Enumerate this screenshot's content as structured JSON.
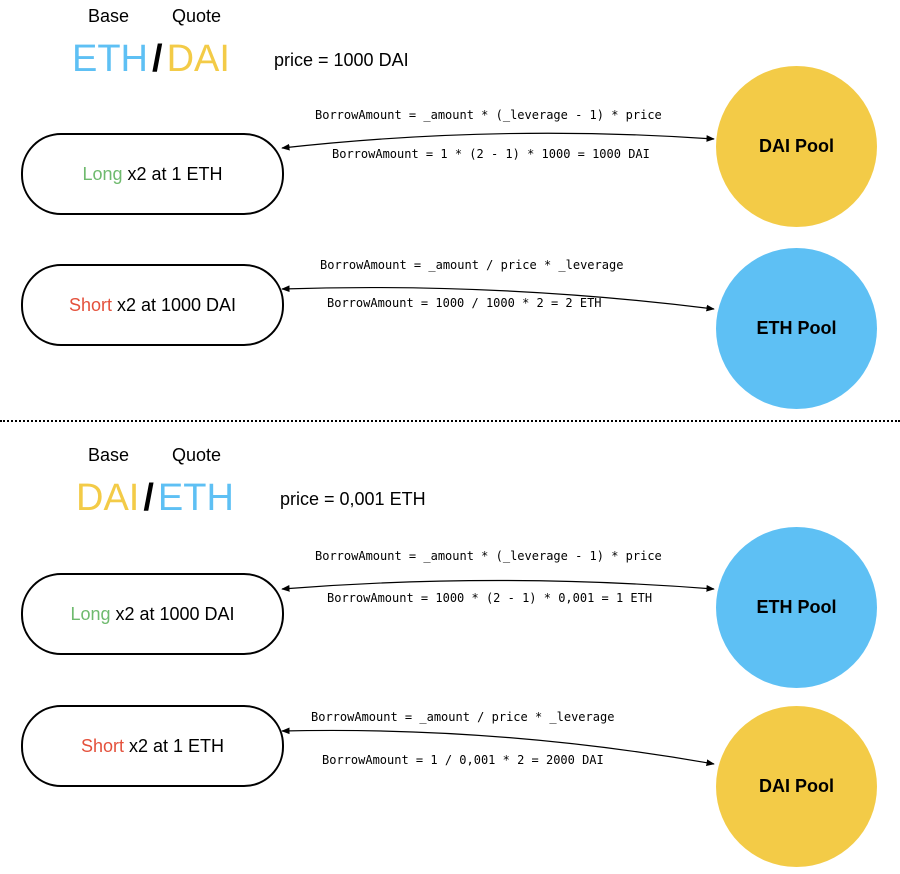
{
  "colors": {
    "eth": "#5ec0f4",
    "dai": "#f3cb47",
    "long": "#6fba6e",
    "short": "#e4513c",
    "black": "#000000"
  },
  "sections": [
    {
      "base_label": "Base",
      "quote_label": "Quote",
      "base_token": "ETH",
      "slash": "/",
      "quote_token": "DAI",
      "price": "price = 1000 DAI",
      "long": {
        "word": "Long",
        "rest": "x2 at 1 ETH"
      },
      "short": {
        "word": "Short",
        "rest": "x2 at 1000 DAI"
      },
      "long_formula_top": "BorrowAmount = _amount * (_leverage - 1) * price",
      "long_formula_bottom": "BorrowAmount = 1 * (2 - 1) * 1000 = 1000 DAI",
      "short_formula_top": "BorrowAmount = _amount / price * _leverage",
      "short_formula_bottom": "BorrowAmount = 1000 / 1000 * 2 = 2 ETH",
      "pool_1": "DAI Pool",
      "pool_2": "ETH Pool"
    },
    {
      "base_label": "Base",
      "quote_label": "Quote",
      "base_token": "DAI",
      "slash": "/",
      "quote_token": "ETH",
      "price": "price = 0,001 ETH",
      "long": {
        "word": "Long",
        "rest": "x2 at 1000 DAI"
      },
      "short": {
        "word": "Short",
        "rest": "x2 at 1 ETH"
      },
      "long_formula_top": "BorrowAmount = _amount * (_leverage - 1) * price",
      "long_formula_bottom": "BorrowAmount = 1000 * (2 - 1) * 0,001 = 1 ETH",
      "short_formula_top": "BorrowAmount = _amount / price * _leverage",
      "short_formula_bottom": "BorrowAmount = 1 / 0,001 * 2 = 2000 DAI",
      "pool_1": "ETH Pool",
      "pool_2": "DAI Pool"
    }
  ]
}
